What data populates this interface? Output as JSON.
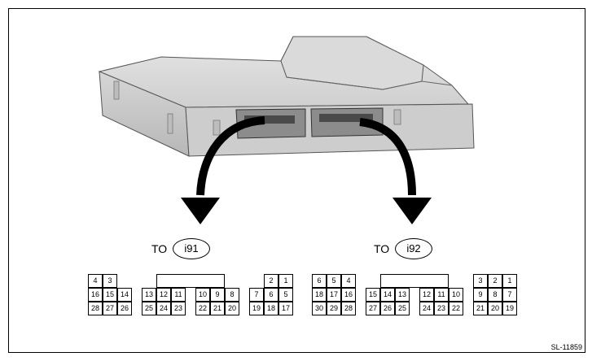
{
  "connectors": [
    {
      "id": "i91",
      "to_text": "TO",
      "label": "i91",
      "rows": [
        [
          "4",
          "3",
          "",
          "",
          "",
          "",
          "",
          "",
          "",
          "",
          "",
          "",
          "",
          "2",
          "1"
        ],
        [
          "16",
          "15",
          "14",
          "",
          "13",
          "12",
          "11",
          "",
          "10",
          "9",
          "8",
          "",
          "7",
          "6",
          "5"
        ],
        [
          "28",
          "27",
          "26",
          "",
          "25",
          "24",
          "23",
          "",
          "22",
          "21",
          "20",
          "",
          "19",
          "18",
          "17"
        ]
      ]
    },
    {
      "id": "i92",
      "to_text": "TO",
      "label": "i92",
      "rows": [
        [
          "6",
          "5",
          "4",
          "",
          "",
          "",
          "",
          "",
          "",
          "",
          "",
          "",
          "3",
          "2",
          "1"
        ],
        [
          "18",
          "17",
          "16",
          "",
          "15",
          "14",
          "13",
          "",
          "12",
          "11",
          "10",
          "",
          "9",
          "8",
          "7"
        ],
        [
          "30",
          "29",
          "28",
          "",
          "27",
          "26",
          "25",
          "",
          "24",
          "23",
          "22",
          "",
          "21",
          "20",
          "19"
        ]
      ]
    }
  ],
  "figure_id": "SL-11859"
}
